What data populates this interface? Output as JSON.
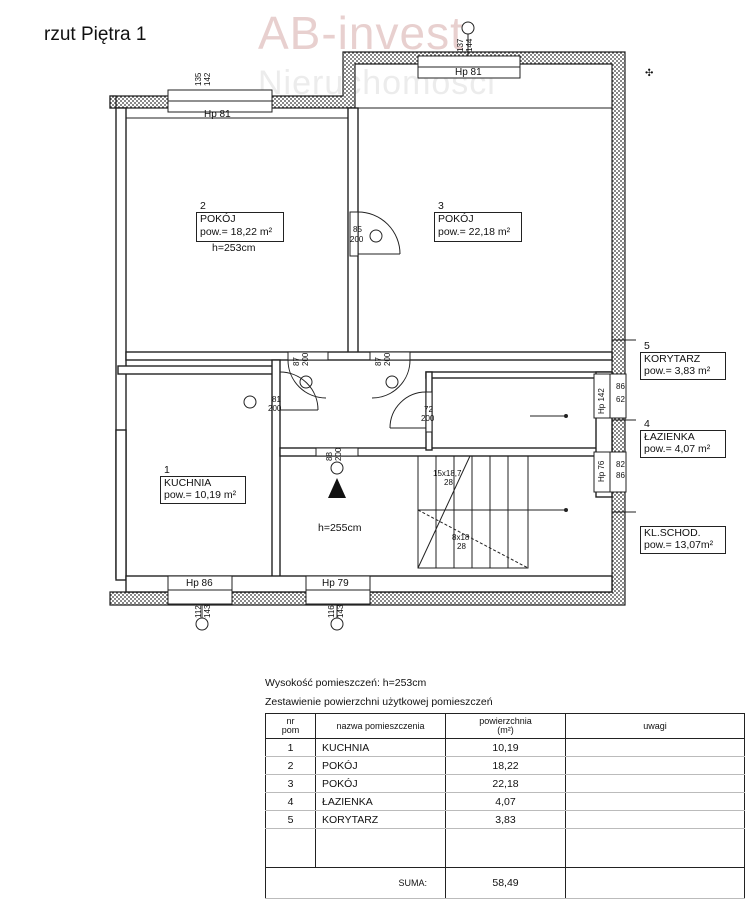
{
  "title": "rzut Piętra 1",
  "watermark": {
    "line1": "AB-invest",
    "line2": "Nieruchomości"
  },
  "rooms_on_plan": [
    {
      "no": "2",
      "name": "POKÓJ",
      "area": "pow.= 18,22 m²",
      "height": "h=253cm"
    },
    {
      "no": "3",
      "name": "POKÓJ",
      "area": "pow.= 22,18 m²"
    },
    {
      "no": "1",
      "name": "KUCHNIA",
      "area": "pow.= 10,19 m²"
    },
    {
      "no": "5",
      "name": "KORYTARZ",
      "area": "pow.= 3,83 m²"
    },
    {
      "no": "4",
      "name": "ŁAZIENKA",
      "area": "pow.= 4,07 m²"
    },
    {
      "no": "",
      "name": "KL.SCHOD.",
      "area": "pow.= 13,07m²"
    }
  ],
  "hall_height": "h=255cm",
  "windows": {
    "w1": {
      "label": "Hp 81",
      "dims": [
        "135",
        "142"
      ]
    },
    "w2": {
      "label": "Hp 81",
      "dims": [
        "137",
        "144"
      ]
    },
    "w3": {
      "label": "Hp 86",
      "dims": [
        "112",
        "143"
      ]
    },
    "w4": {
      "label": "Hp 79",
      "dims": [
        "116",
        "143"
      ]
    },
    "w5": {
      "label": "Hp 142",
      "dims": [
        "86",
        "62"
      ]
    },
    "w6": {
      "label": "Hp 76",
      "dims": [
        "82",
        "86"
      ]
    }
  },
  "doors": {
    "d1": [
      "85",
      "200"
    ],
    "d2": [
      "87",
      "200"
    ],
    "d3": [
      "87",
      "200"
    ],
    "d4": [
      "81",
      "200"
    ],
    "d5": [
      "72",
      "200"
    ],
    "d6": [
      "88",
      "200"
    ]
  },
  "stairs": {
    "top": [
      "15x18,7",
      "28"
    ],
    "bottom": [
      "8x18",
      "28"
    ]
  },
  "footer": {
    "height_line": "Wysokość pomieszczeń: h=253cm",
    "table_title": "Zestawienie powierzchni użytkowej pomieszczeń",
    "headers": {
      "no": "nr\npom",
      "name": "nazwa pomieszczenia",
      "area": "powierzchnia\n(m²)",
      "notes": "uwagi"
    },
    "rows": [
      {
        "no": "1",
        "name": "KUCHNIA",
        "area": "10,19"
      },
      {
        "no": "2",
        "name": "POKÓJ",
        "area": "18,22"
      },
      {
        "no": "3",
        "name": "POKÓJ",
        "area": "22,18"
      },
      {
        "no": "4",
        "name": "ŁAZIENKA",
        "area": "4,07"
      },
      {
        "no": "5",
        "name": "KORYTARZ",
        "area": "3,83"
      }
    ],
    "sum_label": "SUMA:",
    "sum_value": "58,49"
  }
}
